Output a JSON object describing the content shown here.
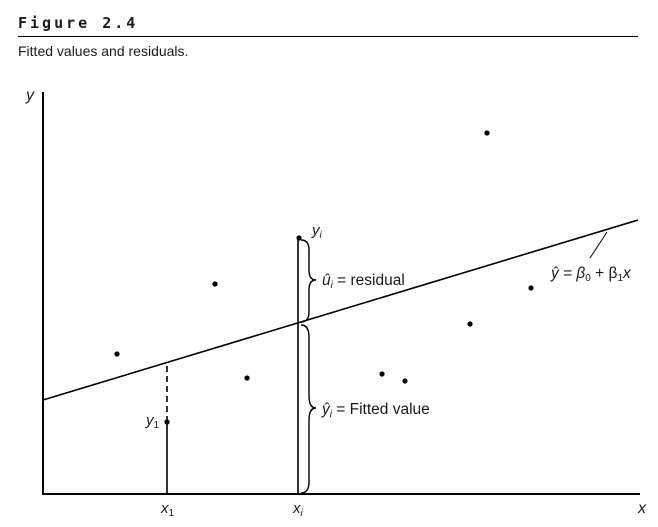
{
  "figure": {
    "label": "Figure 2.4",
    "caption": "Fitted values and residuals."
  },
  "diagram": {
    "y_axis_label": "y",
    "x_axis_label": "x",
    "x1_tick_label": "x",
    "x1_tick_sub": "1",
    "xi_tick_label": "x",
    "xi_tick_sub": "i",
    "y1_point_label": "y",
    "y1_point_sub": "1",
    "yi_point_label": "y",
    "yi_point_sub": "i",
    "residual": {
      "symbol": "û",
      "sub": "i",
      "text": " = residual"
    },
    "fitted": {
      "symbol": "ŷ",
      "sub": "i",
      "text": " = Fitted value"
    },
    "regression_line": {
      "lhs": "ŷ = β",
      "sub0": "0",
      "plus": " + β",
      "sub1": "1",
      "var": "x"
    }
  }
}
